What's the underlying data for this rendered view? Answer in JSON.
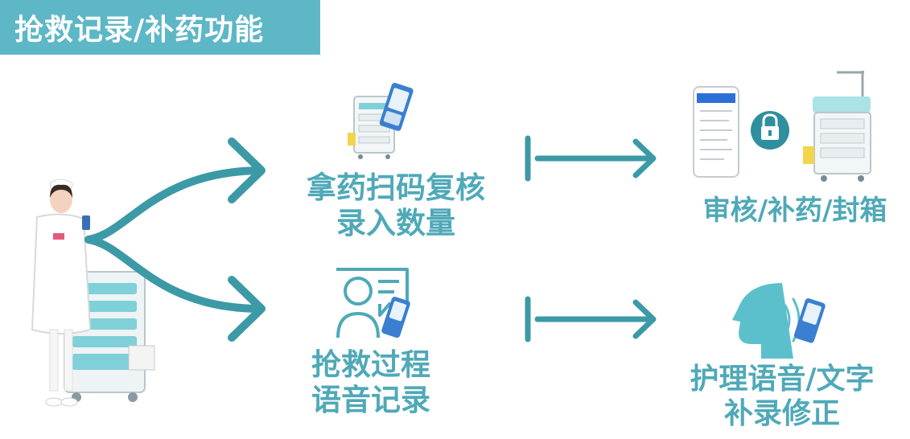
{
  "header": {
    "title": "抢救记录/补药功能"
  },
  "steps": {
    "scan": {
      "line1": "拿药扫码复核",
      "line2": "录入数量"
    },
    "voice": {
      "line1": "抢救过程",
      "line2": "语音记录"
    },
    "audit": {
      "line1": "审核/补药/封箱"
    },
    "correct": {
      "line1": "护理语音/文字",
      "line2": "补录修正"
    }
  },
  "colors": {
    "accent": "#4fa9b8",
    "banner": "#5db7c6",
    "arrow": "#3c9aa6"
  },
  "icons": [
    "nurse-figure",
    "medicine-cart-icon",
    "handheld-scanner-icon",
    "person-speech-bubble-icon",
    "smartphone-app-icon",
    "lock-icon",
    "speaking-head-icon"
  ]
}
